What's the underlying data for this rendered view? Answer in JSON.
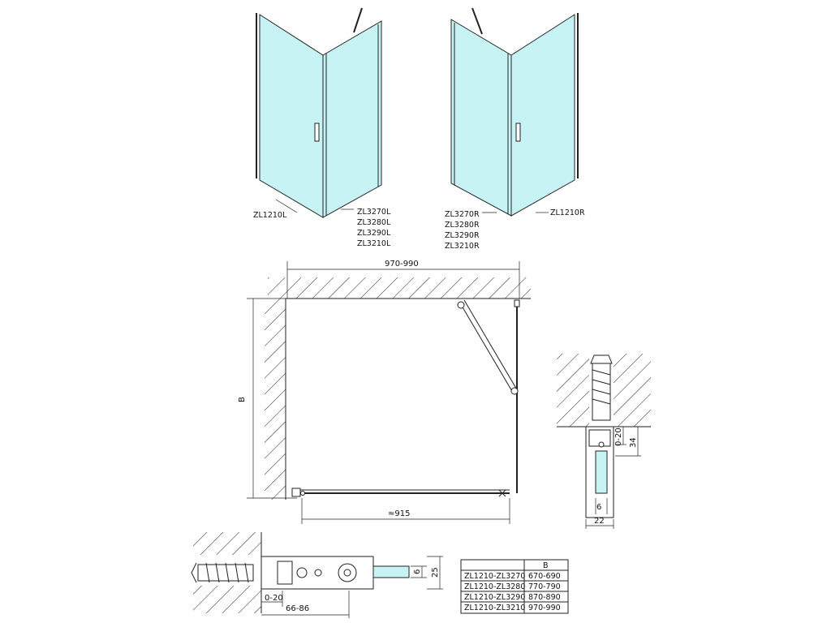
{
  "views_3d": {
    "left": {
      "door_label": "ZL1210L",
      "wall_labels": [
        "ZL3270L",
        "ZL3280L",
        "ZL3290L",
        "ZL3210L"
      ]
    },
    "right": {
      "door_label": "ZL1210R",
      "wall_labels": [
        "ZL3270R",
        "ZL3280R",
        "ZL3290R",
        "ZL3210R"
      ]
    }
  },
  "plan": {
    "width_dim": "970-990",
    "depth_dim": "B",
    "door_dim": "≈915"
  },
  "detail_side": {
    "dims": [
      "0-20",
      "34",
      "6",
      "22"
    ]
  },
  "detail_bottom": {
    "dims": [
      "25",
      "6",
      "0-20",
      "66-86"
    ]
  },
  "size_table": {
    "header": [
      "",
      "B"
    ],
    "rows": [
      [
        "ZL1210-ZL3270",
        "670-690"
      ],
      [
        "ZL1210-ZL3280",
        "770-790"
      ],
      [
        "ZL1210-ZL3290",
        "870-890"
      ],
      [
        "ZL1210-ZL3210",
        "970-990"
      ]
    ]
  }
}
